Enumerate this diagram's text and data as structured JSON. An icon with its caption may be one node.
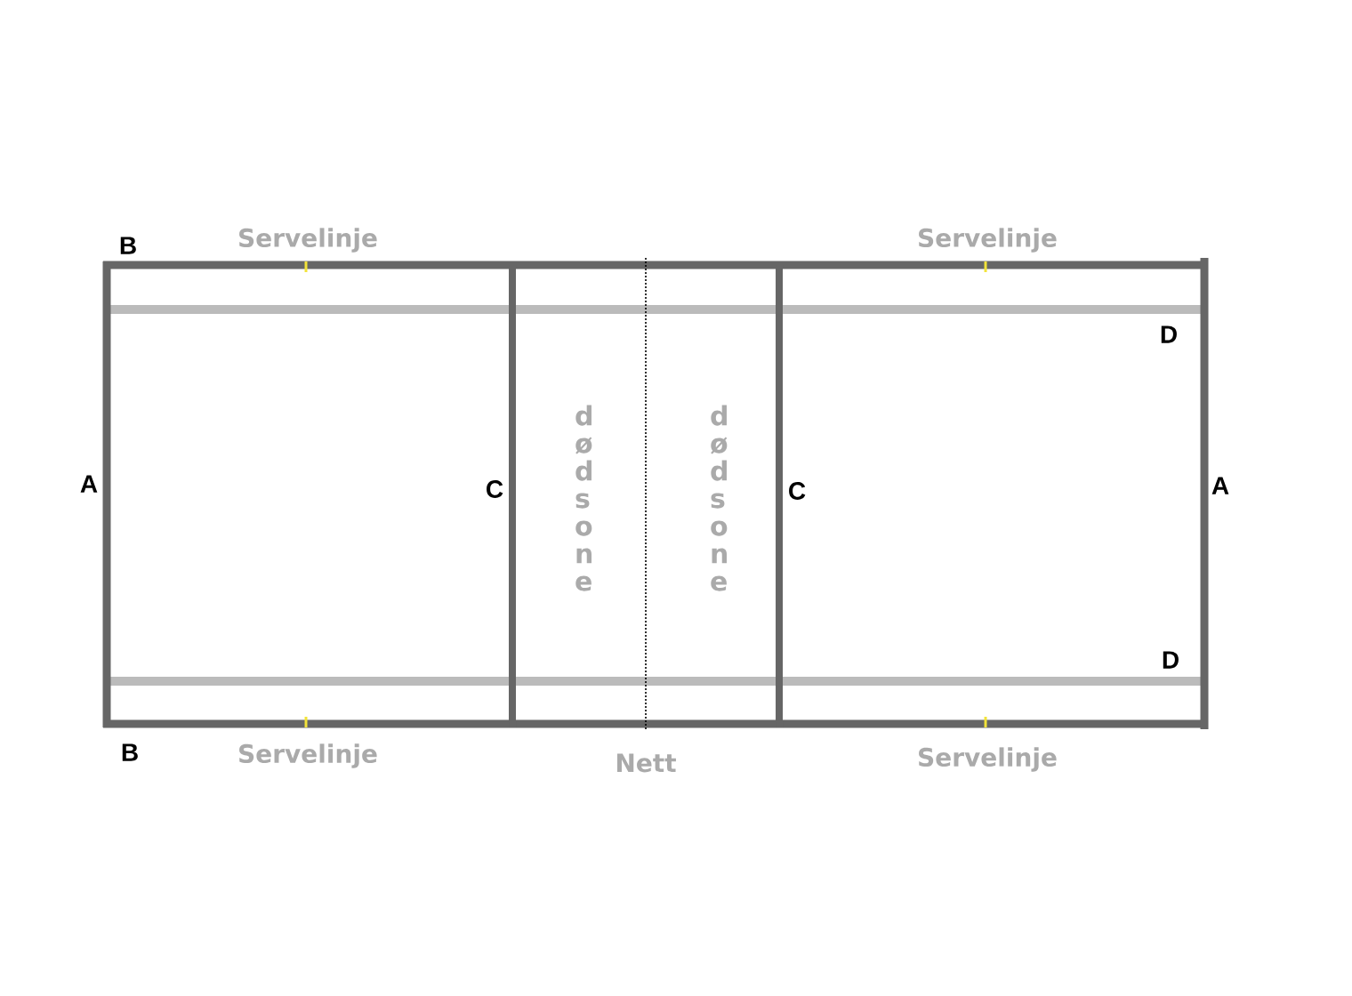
{
  "diagram": {
    "labels": [
      "B",
      "Servelinje",
      "Servelinje",
      "D",
      "A",
      "C",
      "dødsone",
      "dødsone",
      "C",
      "A",
      "D",
      "B",
      "Servelinje",
      "Nett",
      "Servelinje"
    ]
  }
}
